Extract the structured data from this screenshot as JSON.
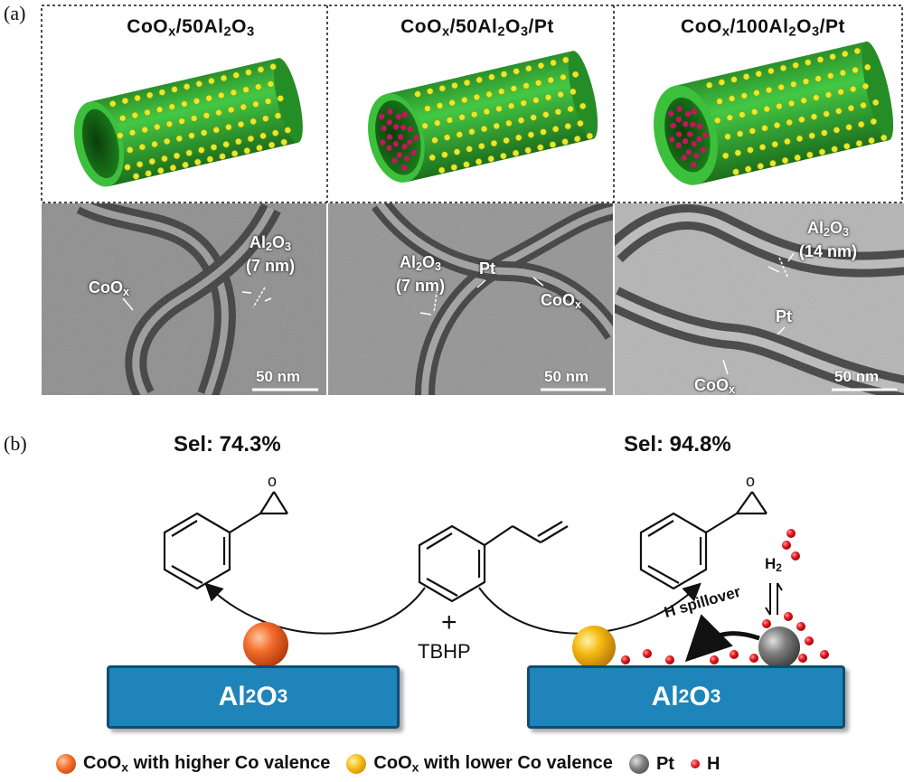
{
  "panel_a": {
    "label": "(a)",
    "columns": [
      {
        "header": "CoOx/50Al2O3",
        "header_parts": [
          "CoO",
          "x",
          "/50Al",
          "2",
          "O",
          "3",
          ""
        ],
        "labels": [
          "Al2O3 (7 nm)",
          "CoOx"
        ],
        "scale": "50 nm"
      },
      {
        "header": "CoOx/50Al2O3/Pt",
        "header_parts": [
          "CoO",
          "x",
          "/50Al",
          "2",
          "O",
          "3",
          "/Pt"
        ],
        "labels": [
          "Al2O3 (7 nm)",
          "Pt",
          "CoOx"
        ],
        "scale": "50 nm"
      },
      {
        "header": "CoOx/100Al2O3/Pt",
        "header_parts": [
          "CoO",
          "x",
          "/100Al",
          "2",
          "O",
          "3",
          "/Pt"
        ],
        "labels": [
          "Al2O3 (14 nm)",
          "Pt",
          "CoOx"
        ],
        "scale": "50 nm"
      }
    ]
  },
  "panel_b": {
    "label": "(b)",
    "left_selectivity": "Sel: 74.3%",
    "right_selectivity": "Sel: 94.8%",
    "plus": "+",
    "reagent": "TBHP",
    "substrate": "Al2O3",
    "h2": "H2",
    "spillover": "H spillover"
  },
  "legend": [
    {
      "label": "CoOx with higher Co valence",
      "color": "#f26b2a"
    },
    {
      "label": "CoOx with lower Co valence",
      "color": "#f5b80f"
    },
    {
      "label": "Pt",
      "color": "#7d7d7d"
    },
    {
      "label": "H",
      "color": "#e8131b"
    }
  ],
  "colors": {
    "tube": "#34b534",
    "yellow_np": "#e6ea2c",
    "pt_np": "#c2185b",
    "substrate": "#1e84b9"
  }
}
